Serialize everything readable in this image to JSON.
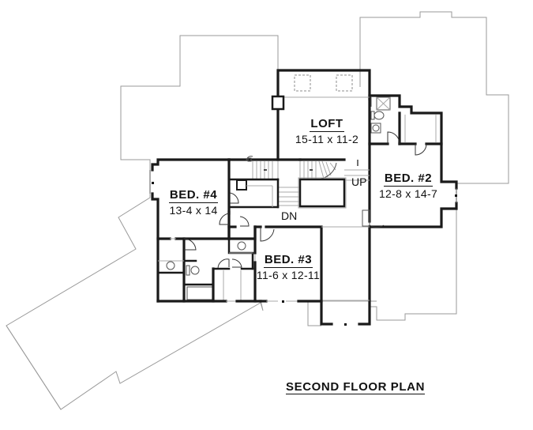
{
  "plan": {
    "title": "SECOND FLOOR PLAN",
    "background": "#ffffff",
    "wall_color": "#1a1a1a",
    "outline_color": "#9a9a9a"
  },
  "rooms": [
    {
      "id": "loft",
      "name": "LOFT",
      "dimensions": "15-11 x 11-2"
    },
    {
      "id": "bed2",
      "name": "BED. #2",
      "dimensions": "12-8 x 14-7"
    },
    {
      "id": "bed4",
      "name": "BED. #4",
      "dimensions": "13-4 x 14"
    },
    {
      "id": "bed3",
      "name": "BED. #3",
      "dimensions": "11-6 x 12-11"
    }
  ],
  "stairs": {
    "up_label": "UP",
    "down_label": "DN"
  },
  "icons": {
    "stair-arrow": "arrow",
    "door-swing": "arc",
    "skylight": "dashed-square",
    "toilet": "ellipse",
    "sink": "circle",
    "shower": "x-square",
    "tub": "rectangle"
  }
}
